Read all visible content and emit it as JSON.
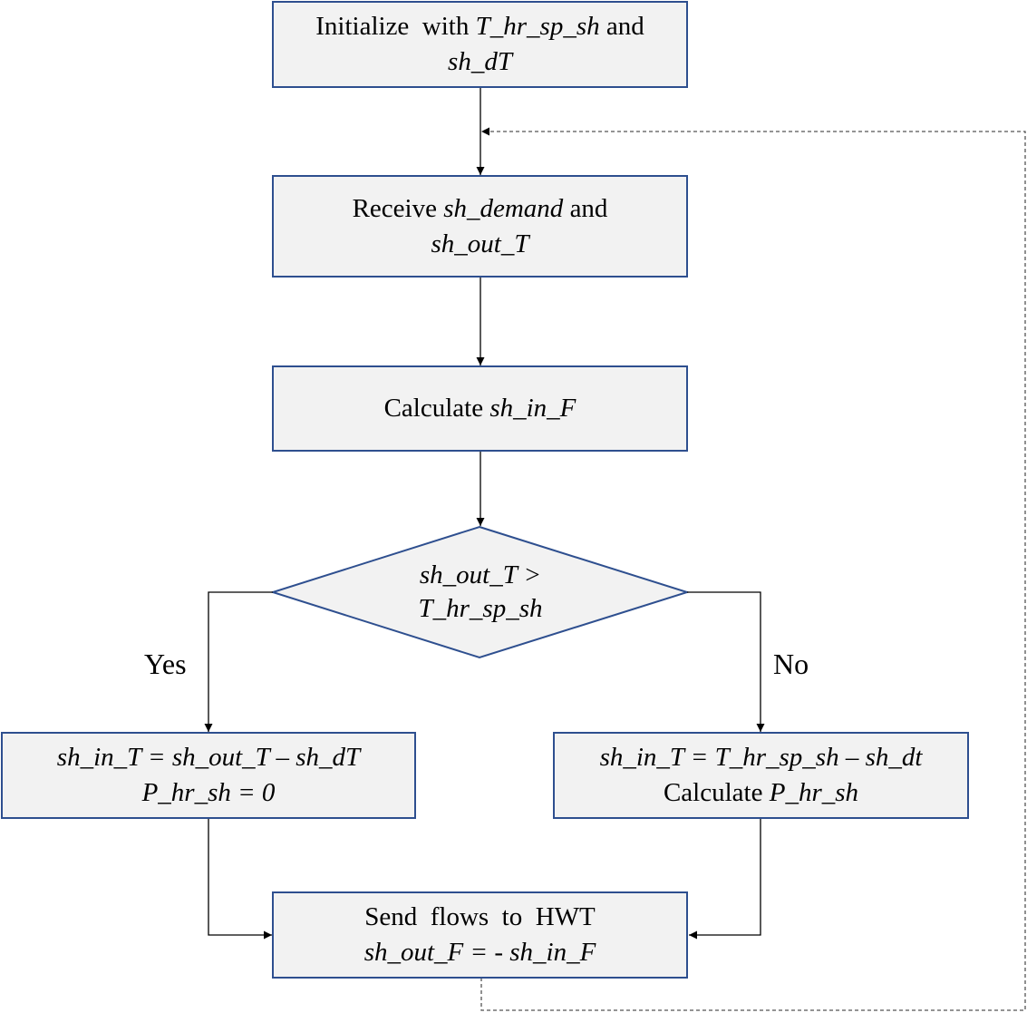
{
  "nodes": {
    "init": {
      "line1": [
        {
          "t": "Initialize  with "
        },
        {
          "t": "T_hr_sp_sh",
          "i": true
        },
        {
          "t": " and"
        }
      ],
      "line2": [
        {
          "t": "sh_dT",
          "i": true
        }
      ]
    },
    "receive": {
      "line1": [
        {
          "t": "Receive "
        },
        {
          "t": "sh_demand",
          "i": true
        },
        {
          "t": " and"
        }
      ],
      "line2": [
        {
          "t": "sh_out_T",
          "i": true
        }
      ]
    },
    "calc": {
      "line1": [
        {
          "t": "Calculate "
        },
        {
          "t": "sh_in_F",
          "i": true
        }
      ]
    },
    "decision": {
      "line1": [
        {
          "t": "sh_out_T >",
          "i": true
        }
      ],
      "line2": [
        {
          "t": "T_hr_sp_sh",
          "i": true
        }
      ]
    },
    "yes_box": {
      "line1": [
        {
          "t": "sh_in_T = sh_out_T – sh_dT",
          "i": true
        }
      ],
      "line2": [
        {
          "t": "P_hr_sh = 0",
          "i": true
        }
      ]
    },
    "no_box": {
      "line1": [
        {
          "t": "sh_in_T = T_hr_sp_sh – sh_dt",
          "i": true
        }
      ],
      "line2": [
        {
          "t": "Calculate "
        },
        {
          "t": "P_hr_sh",
          "i": true
        }
      ]
    },
    "send": {
      "line1": [
        {
          "t": "Send  flows  to  HWT"
        }
      ],
      "line2": [
        {
          "t": "sh_out_F = - sh_in_F",
          "i": true
        }
      ]
    }
  },
  "edge_labels": {
    "yes": "Yes",
    "no": "No"
  },
  "colors": {
    "box_fill": "#f2f2f2",
    "box_border": "#2e4f8f",
    "arrow": "#000000"
  }
}
